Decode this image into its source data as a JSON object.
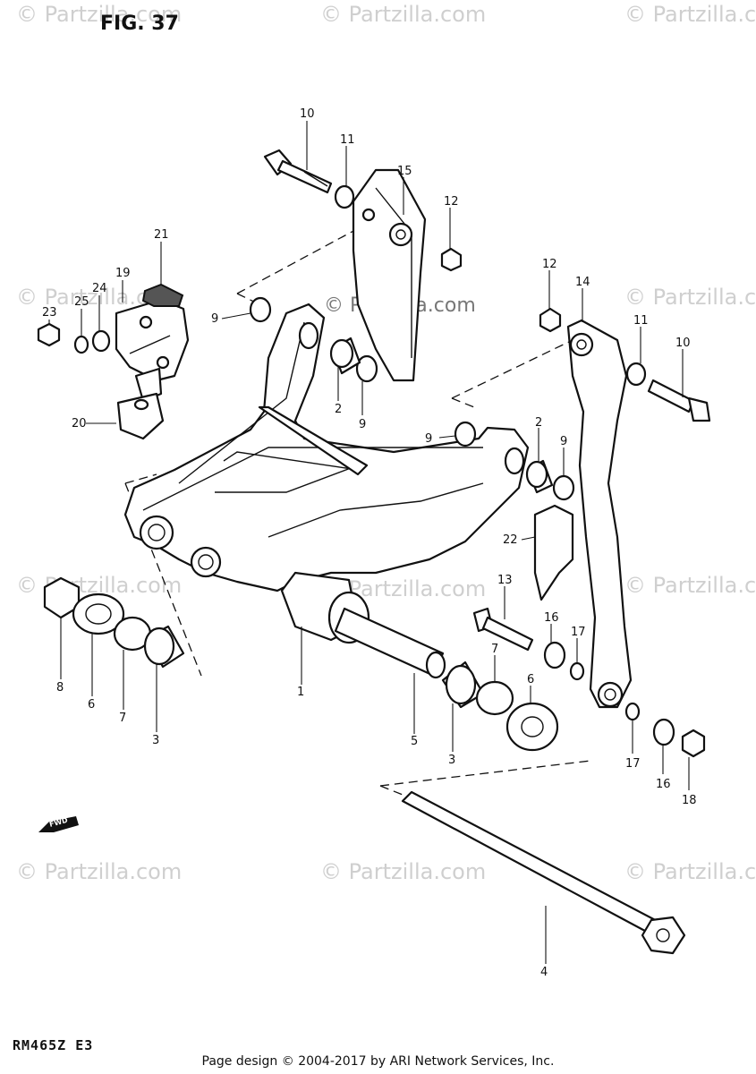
{
  "figure": {
    "title": "FIG. 37",
    "diagram_code": "RM465Z E3",
    "fwd_label": "FWD"
  },
  "watermarks": {
    "text": "© Partzilla.com",
    "center_text": "© Partzilla.com"
  },
  "callouts": [
    "1",
    "2",
    "3",
    "4",
    "5",
    "6",
    "7",
    "8",
    "9",
    "10",
    "11",
    "12",
    "13",
    "14",
    "15",
    "16",
    "17",
    "18",
    "19",
    "20",
    "21",
    "22",
    "23",
    "24",
    "25"
  ],
  "labels": [
    {
      "id": "l1",
      "text": "1"
    },
    {
      "id": "l2a",
      "text": "2"
    },
    {
      "id": "l2b",
      "text": "2"
    },
    {
      "id": "l3a",
      "text": "3"
    },
    {
      "id": "l3b",
      "text": "3"
    },
    {
      "id": "l4",
      "text": "4"
    },
    {
      "id": "l5",
      "text": "5"
    },
    {
      "id": "l6a",
      "text": "6"
    },
    {
      "id": "l6b",
      "text": "6"
    },
    {
      "id": "l7a",
      "text": "7"
    },
    {
      "id": "l7b",
      "text": "7"
    },
    {
      "id": "l8",
      "text": "8"
    },
    {
      "id": "l9a",
      "text": "9"
    },
    {
      "id": "l9b",
      "text": "9"
    },
    {
      "id": "l9c",
      "text": "9"
    },
    {
      "id": "l9d",
      "text": "9"
    },
    {
      "id": "l10a",
      "text": "10"
    },
    {
      "id": "l10b",
      "text": "10"
    },
    {
      "id": "l11a",
      "text": "11"
    },
    {
      "id": "l11b",
      "text": "11"
    },
    {
      "id": "l12a",
      "text": "12"
    },
    {
      "id": "l12b",
      "text": "12"
    },
    {
      "id": "l13",
      "text": "13"
    },
    {
      "id": "l14",
      "text": "14"
    },
    {
      "id": "l15",
      "text": "15"
    },
    {
      "id": "l16a",
      "text": "16"
    },
    {
      "id": "l16b",
      "text": "16"
    },
    {
      "id": "l17a",
      "text": "17"
    },
    {
      "id": "l17b",
      "text": "17"
    },
    {
      "id": "l18",
      "text": "18"
    },
    {
      "id": "l19",
      "text": "19"
    },
    {
      "id": "l20",
      "text": "20"
    },
    {
      "id": "l21",
      "text": "21"
    },
    {
      "id": "l22",
      "text": "22"
    },
    {
      "id": "l23",
      "text": "23"
    },
    {
      "id": "l24",
      "text": "24"
    },
    {
      "id": "l25",
      "text": "25"
    }
  ],
  "footer": {
    "text": "Page design © 2004-2017 by ARI Network Services, Inc."
  }
}
